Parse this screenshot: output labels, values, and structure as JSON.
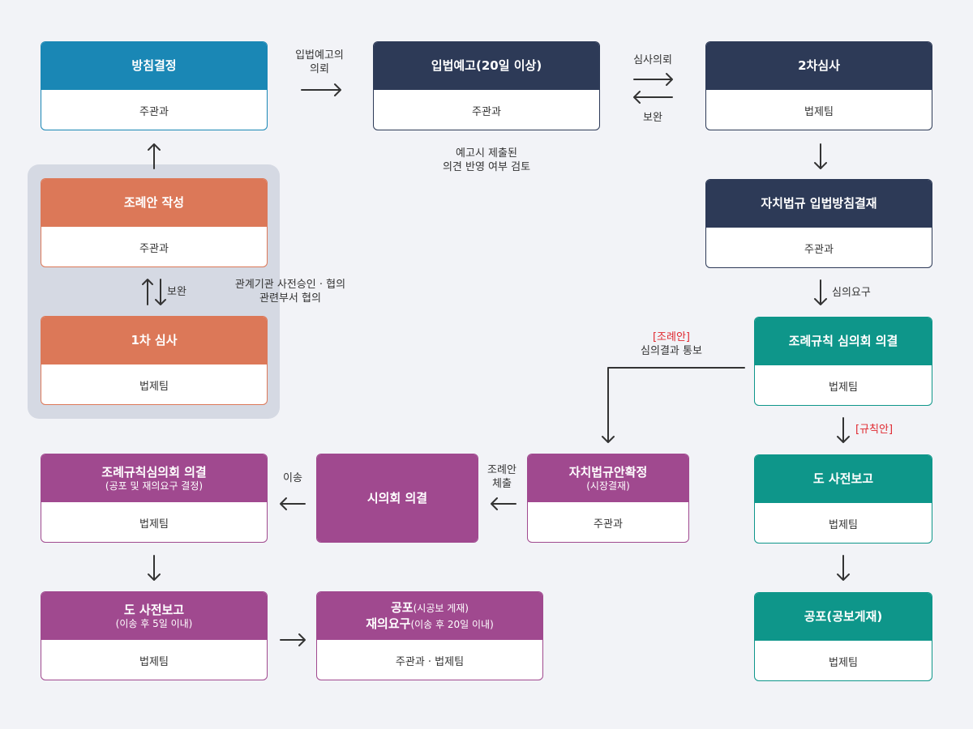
{
  "boxes": {
    "policy": {
      "title": "방침결정",
      "body": "주관과"
    },
    "notice": {
      "title": "입법예고(20일 이상)",
      "body": "주관과"
    },
    "second_review": {
      "title": "2차심사",
      "body": "법제팀"
    },
    "draft": {
      "title": "조례안 작성",
      "body": "주관과"
    },
    "first_review": {
      "title": "1차 심사",
      "body": "법제팀"
    },
    "approval": {
      "title": "자치법규 입법방침결재",
      "body": "주관과"
    },
    "committee": {
      "title": "조례규칙 심의회 의결",
      "body": "법제팀"
    },
    "province_report_r": {
      "title": "도 사전보고",
      "body": "법제팀"
    },
    "publish_r": {
      "title": "공포(공보게재)",
      "body": "법제팀"
    },
    "finalize": {
      "title": "자치법규안확정",
      "sub": "(시장결재)",
      "body": "주관과"
    },
    "council": {
      "title": "시의회 의결"
    },
    "committee2": {
      "title": "조례규칙심의회 의결",
      "sub": "(공포 및 재의요구 결정)",
      "body": "법제팀"
    },
    "province_report_l": {
      "title": "도 사전보고",
      "sub": "(이송 후 5일 이내)",
      "body": "법제팀"
    },
    "publish_l": {
      "line1_bold": "공포",
      "line1_sub": "(시공보 게재)",
      "line2_bold": "재의요구",
      "line2_sub": "(이송 후 20일 이내)",
      "body": "주관과 · 법제팀"
    }
  },
  "labels": {
    "request_notice_1": "입법예고의",
    "request_notice_2": "의뢰",
    "review_request": "심사의뢰",
    "supplement": "보완",
    "notice_note_1": "예고시 제출된",
    "notice_note_2": "의견 반영 여부 검토",
    "supplement_left": "보완",
    "prior_1": "관계기관 사전승인 · 협의",
    "prior_2": "관련부서 협의",
    "deliberation_request": "심의요구",
    "ordinance_tag": "[조례안]",
    "result_notice": "심의결과 통보",
    "rule_tag": "[규칙안]",
    "submit_1": "조례안",
    "submit_2": "체출",
    "transfer": "이송"
  },
  "colors": {
    "teal": "#1a87b5",
    "navy": "#2d3a57",
    "orange": "#dc7858",
    "green": "#0e968a",
    "purple": "#a0498f",
    "group_bg": "#d5d9e3",
    "arrow": "#333333",
    "tag_red": "#e0282f"
  }
}
